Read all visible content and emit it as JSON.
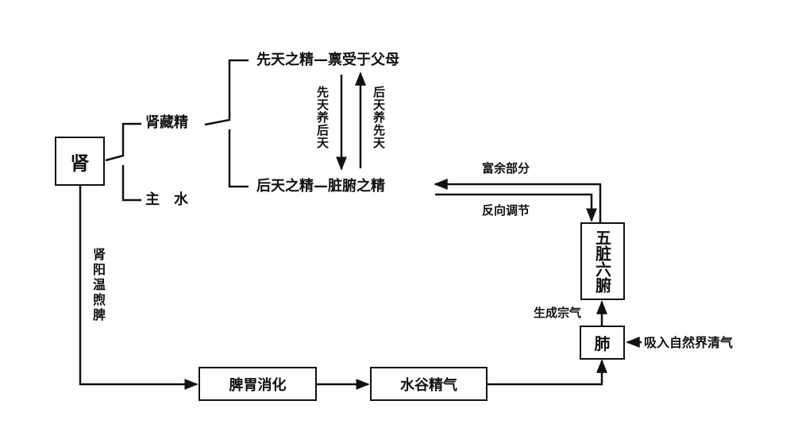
{
  "diagram": {
    "kidney": "肾",
    "kidney_branches": {
      "stores_essence": "肾藏精",
      "governs_water": "主　水"
    },
    "essence_branches": {
      "prenatal": "先天之精—禀受于父母",
      "postnatal": "后天之精—脏腑之精"
    },
    "prenatal_to_postnatal": "先天养后天",
    "postnatal_to_prenatal": "后天养先天",
    "surplus": "富余部分",
    "feedback": "反向调节",
    "organs": "五脏六腑",
    "lung": "肺",
    "gathered_qi": "生成宗气",
    "inhale": "吸入自然界清气",
    "kidney_yang": "肾阳温煦脾",
    "spleen_stomach": "脾胃消化",
    "grain_essence": "水谷精气"
  }
}
